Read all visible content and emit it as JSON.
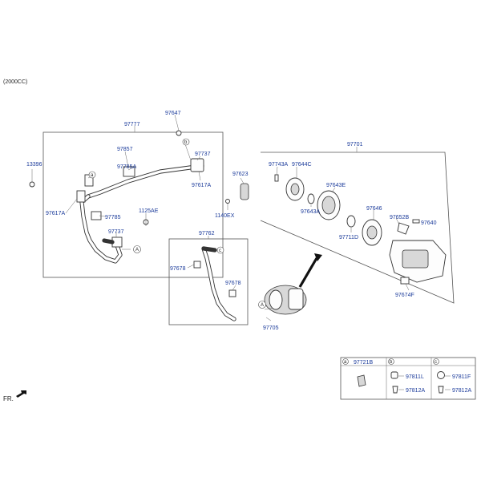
{
  "header": {
    "variant": "(2000CC)"
  },
  "footer": {
    "direction": "FR."
  },
  "callouts": {
    "p97647": "97647",
    "p97777": "97777",
    "p97857": "97857",
    "p97785A": "97785A",
    "p97737a": "97737",
    "p97617Aa": "97617A",
    "p13396": "13396",
    "p97617Ab": "97617A",
    "p97785": "97785",
    "p1125AE": "1125AE",
    "p97737b": "97737",
    "p97623": "97623",
    "p1140EX": "1140EX",
    "p97762": "97762",
    "p97678a": "97678",
    "p97678b": "97678",
    "p97705": "97705",
    "p97701": "97701",
    "p97743A": "97743A",
    "p97644C": "97644C",
    "p97643E": "97643E",
    "p97643A": "97643A",
    "p97711D": "97711D",
    "p97646": "97646",
    "p97652B": "97652B",
    "p97640": "97640",
    "p97674F": "97674F"
  },
  "markers": {
    "a": "a",
    "b": "b",
    "c": "c",
    "A": "A"
  },
  "legend": {
    "a": {
      "letter": "a",
      "p1": "97721B"
    },
    "b": {
      "letter": "b",
      "p1": "97811L",
      "p2": "97812A"
    },
    "c": {
      "letter": "c",
      "p1": "97811F",
      "p2": "97812A"
    }
  }
}
